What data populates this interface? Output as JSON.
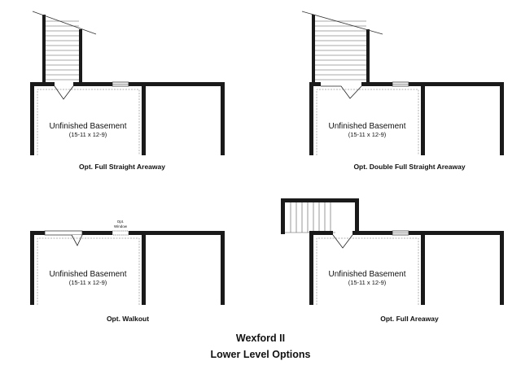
{
  "plans": [
    {
      "room_name": "Unfinished Basement",
      "room_dims": "(15-11 x 12-9)",
      "caption": "Opt. Full Straight Areaway"
    },
    {
      "room_name": "Unfinished Basement",
      "room_dims": "(15-11 x 12-9)",
      "caption": "Opt. Double Full Straight Areaway"
    },
    {
      "room_name": "Unfinished Basement",
      "room_dims": "(15-11 x 12-9)",
      "caption": "Opt. Walkout",
      "window_label_1": "Opt.",
      "window_label_2": "Window"
    },
    {
      "room_name": "Unfinished Basement",
      "room_dims": "(15-11 x 12-9)",
      "caption": "Opt. Full Areaway"
    }
  ],
  "title": {
    "line1": "Wexford II",
    "line2": "Lower Level Options"
  }
}
